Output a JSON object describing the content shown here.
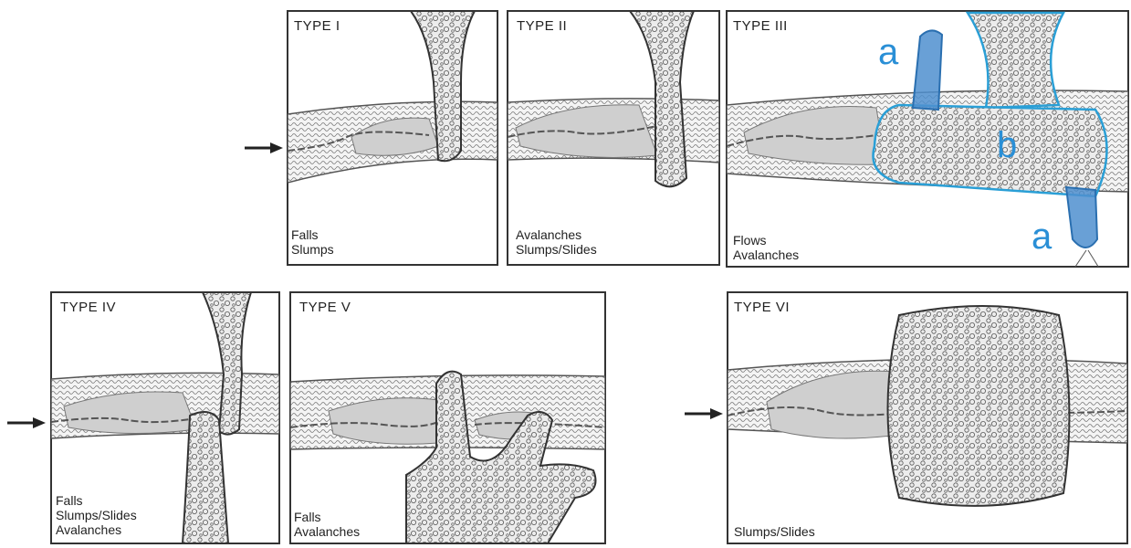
{
  "figure": {
    "colors": {
      "frame": "#333333",
      "valley_hatch": "#9a9a9a",
      "lake": "#c8c8c8",
      "debris": "#e6e6e6",
      "highlight_stroke": "#2a9fd6",
      "highlight_fill": "#4f8fcf"
    },
    "panels": [
      {
        "title": "TYPE I",
        "lines": [
          "Falls",
          "Slumps"
        ]
      },
      {
        "title": "TYPE II",
        "lines": [
          "Avalanches",
          "Slumps/Slides"
        ]
      },
      {
        "title": "TYPE III",
        "lines": [
          "Flows",
          "Avalanches"
        ]
      },
      {
        "title": "TYPE IV",
        "lines": [
          "Falls",
          "Slumps/Slides",
          "Avalanches"
        ]
      },
      {
        "title": "TYPE V",
        "lines": [
          "Falls",
          "Avalanches"
        ]
      },
      {
        "title": "TYPE VI",
        "lines": [
          "Slumps/Slides"
        ]
      }
    ],
    "annotations": {
      "a_top": "a",
      "b": "b",
      "a_bottom": "a"
    },
    "icons": [
      "flow-direction-arrow-icon"
    ]
  }
}
